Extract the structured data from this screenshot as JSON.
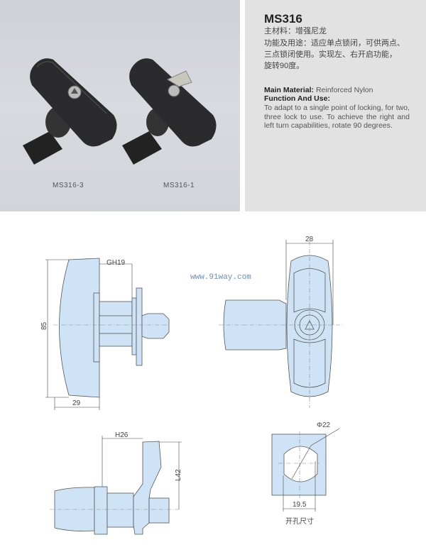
{
  "product": {
    "model": "MS316",
    "cn_material": "主材料：增强尼龙",
    "cn_function_lines": [
      "功能及用途：适应单点锁闭，可供两点、",
      "三点锁闭使用。实现左、右开启功能，",
      "旋转90度。"
    ],
    "en_material_label": "Main Material:",
    "en_material_value": "Reinforced Nylon",
    "en_function_label": "Function And Use:",
    "en_function_text": "To adapt to a single point of locking, for two, three lock to use. To achieve the right and left turn capabilities, rotate 90 degrees."
  },
  "photos": [
    {
      "label": "MS316-3"
    },
    {
      "label": "MS316-1"
    }
  ],
  "drawings": {
    "watermark": "www.91way.com",
    "side_view": {
      "height": "85",
      "width": "29",
      "thread": "GH19"
    },
    "front_view": {
      "width": "28"
    },
    "bottom_view": {
      "h": "H26",
      "l": "L42"
    },
    "cutout": {
      "diameter": "Φ22",
      "width": "19.5",
      "caption": "开孔尺寸"
    }
  },
  "colors": {
    "part_fill": "#cfe3f6",
    "line": "#555555"
  }
}
